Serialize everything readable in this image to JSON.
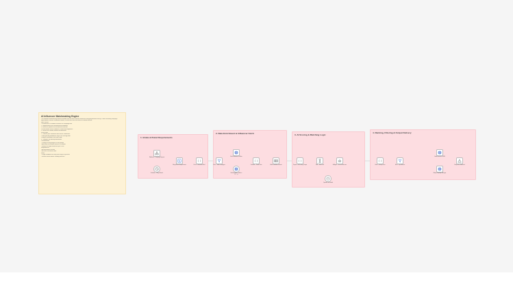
{
  "sticky_note": {
    "title": "AI Influencer Matchmaking Engine",
    "lines": [
      "This workflow automatically matches brands with the most relevant influencers using AI-powered scoring. It takes incoming campaign",
      "requirements, fetches candidate creators, scores each one and returns a ranked shortlist.",
      "How it works",
      "1. A webhook or schedule receives the campaign brief",
      "2. Requirements are normalized and validated",
      "3. Influencer profiles are fetched and enriched",
      "4. An AI model scores audience fit and brand alignment",
      "5. Results are ranked, filtered and delivered",
      "Setup steps",
      "1. Connect your influencer data source credentials",
      "2. Add your AI provider API key to the scoring node",
      "3. Adjust thresholds in the filter node",
      "4. Configure the delivery destination",
      "Customization",
      "- Change scoring weights in the prompt",
      "- Add extra enrichment sources as needed",
      "- Modify the output format for your CRM",
      "Requirements",
      "- An AI provider account",
      "- Access to influencer data",
      "Notes",
      "- Large candidate lists may take longer to process",
      "- Review results before sending outreach"
    ]
  },
  "groups": [
    {
      "id": "intake",
      "title": "1. Intake & Brand Requirements"
    },
    {
      "id": "enrich",
      "title": "2. Data Enrichment & Influencer Fetch"
    },
    {
      "id": "scoring",
      "title": "3. AI Scoring & Matching Logic"
    },
    {
      "id": "ranking",
      "title": "4. Ranking, Filtering & Output Delivery"
    }
  ],
  "nodes": [
    {
      "id": "n1",
      "icon": "webhook-icon",
      "label": "Webhook – Campaign Request",
      "sub": ""
    },
    {
      "id": "n2",
      "icon": "schedule-icon",
      "label": "Schedule – Daily Refresh",
      "sub": ""
    },
    {
      "id": "n3",
      "icon": "merge-icon",
      "label": "Merge Brand Requirements",
      "sub": ""
    },
    {
      "id": "n4",
      "icon": "code-icon",
      "label": "Parse – Normalize Brief",
      "sub": ""
    },
    {
      "id": "n5",
      "icon": "filter-icon",
      "label": "Filter – Valid Campaigns",
      "sub": ""
    },
    {
      "id": "n6",
      "icon": "globe-icon",
      "label": "Fetch Influencer Profiles",
      "sub": ""
    },
    {
      "id": "n7",
      "icon": "globe-icon",
      "label": "Fetch Audience Metrics",
      "sub": "GET: api"
    },
    {
      "id": "n8",
      "icon": "code-icon",
      "label": "Combine – Profile Data",
      "sub": ""
    },
    {
      "id": "n9",
      "icon": "table-icon",
      "label": "Build Candidate Dataset",
      "sub": ""
    },
    {
      "id": "n10",
      "icon": "code-icon",
      "label": "Prepare – AI Scoring Prompt",
      "sub": ""
    },
    {
      "id": "n11",
      "icon": "hourglass-icon",
      "label": "Wait – Rate Limit",
      "sub": ""
    },
    {
      "id": "n12",
      "icon": "robot-icon",
      "label": "AI Agent – Score Influencers",
      "sub": ""
    },
    {
      "id": "n13",
      "icon": "brain-icon",
      "label": "OpenAI Chat Model",
      "sub": ""
    },
    {
      "id": "n14",
      "icon": "code-icon",
      "label": "Rank – Sort by Score",
      "sub": ""
    },
    {
      "id": "n15",
      "icon": "filter-icon",
      "label": "Filter – Top Matches",
      "sub": ""
    },
    {
      "id": "n16",
      "icon": "globe-icon",
      "label": "Send Results to CRM",
      "sub": ""
    },
    {
      "id": "n17",
      "icon": "globe-icon",
      "label": "Notify Campaign Manager",
      "sub": ""
    },
    {
      "id": "n18",
      "icon": "warning-icon",
      "label": "Respond to Webhook",
      "sub": ""
    }
  ],
  "colors": {
    "canvas": "#f5f5f5",
    "sticky": "#fdf2d6",
    "group": "#fddde1",
    "node_border": "#bdbdbd",
    "connector": "#c2c2c2",
    "icon_gray": "#6f6f6f",
    "icon_blue": "#5b7fd6"
  }
}
